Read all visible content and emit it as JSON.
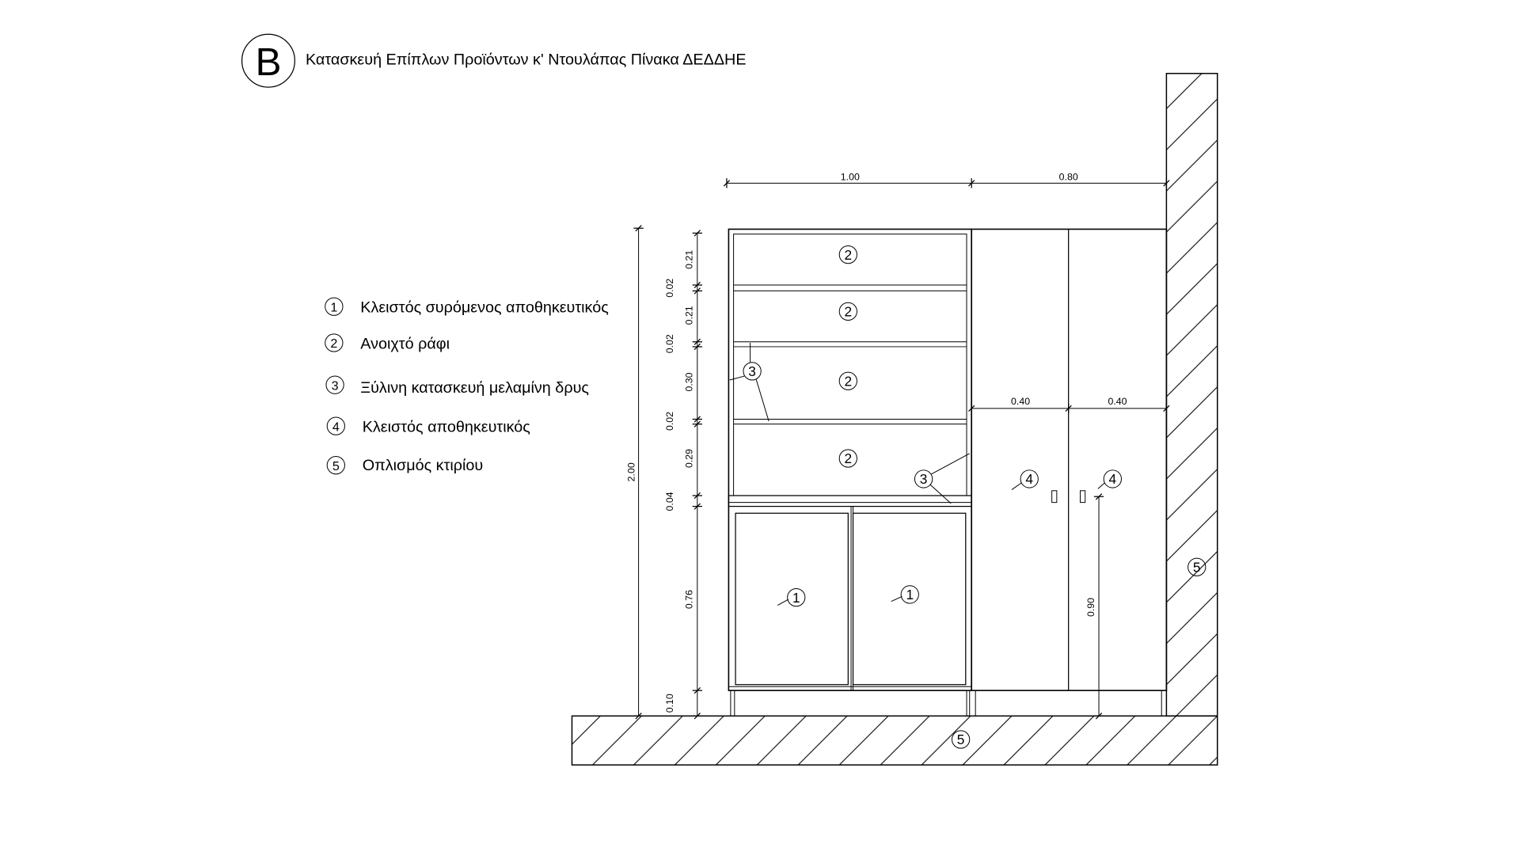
{
  "title": {
    "letter": "B",
    "text": "Κατασκευή Επίπλων Προϊόντων κ' Ντουλάπας Πίνακα ΔΕΔΔΗΕ"
  },
  "legend": [
    {
      "num": "1",
      "label": "Κλειστός συρόμενος αποθηκευτικός"
    },
    {
      "num": "2",
      "label": "Ανοιχτό ράφι"
    },
    {
      "num": "3",
      "label": "Ξύλινη κατασκευή μελαμίνη δρυς"
    },
    {
      "num": "4",
      "label": "Κλειστός αποθηκευτικός"
    },
    {
      "num": "5",
      "label": "Οπλισμός κτιρίου"
    }
  ],
  "dimensions": {
    "top_left": "1.00",
    "top_right": "0.80",
    "shelf_1": "0.21",
    "gap_1": "0.02",
    "shelf_2": "0.21",
    "gap_2": "0.02",
    "shelf_3": "0.30",
    "gap_3": "0.02",
    "shelf_4": "0.29",
    "countertop": "0.04",
    "lower_doors": "0.76",
    "plinth": "0.10",
    "total_height": "2.00",
    "wardrobe_left": "0.40",
    "wardrobe_right": "0.40",
    "handle_height": "0.90"
  },
  "callouts": {
    "shelf_1": "2",
    "shelf_2": "2",
    "shelf_3": "2",
    "shelf_4": "2",
    "wood_left": "3",
    "wood_right": "3",
    "door_left": "1",
    "door_right": "1",
    "wardrobe_left": "4",
    "wardrobe_right": "4",
    "wall": "5",
    "floor": "5"
  }
}
